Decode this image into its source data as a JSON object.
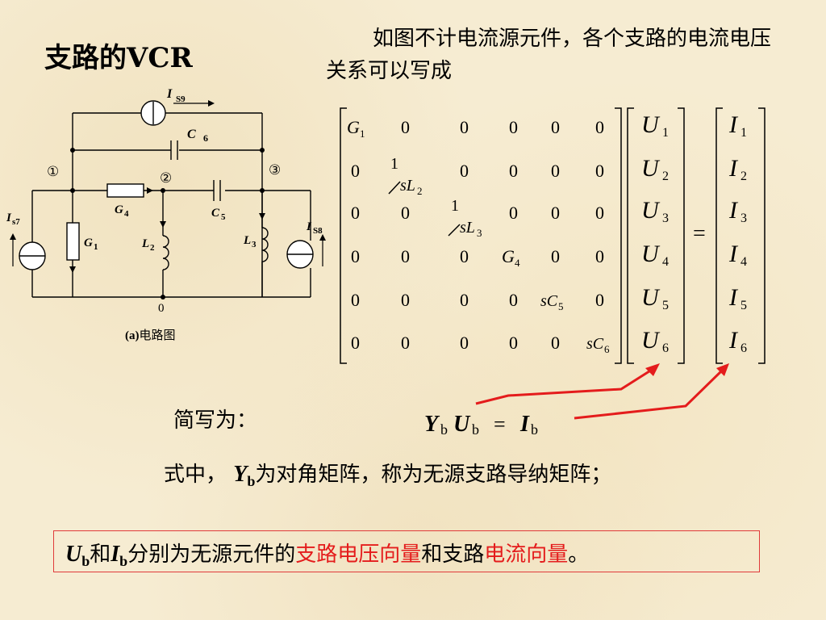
{
  "title": "支路的VCR",
  "intro": "如图不计电流源元件，各个支路的电流电压关系可以写成",
  "circuit": {
    "caption_id": "(a)",
    "caption_text": "电路图",
    "node1": "①",
    "node2": "②",
    "node3": "③",
    "node0": "0",
    "is9": "I",
    "is9_sub": "S9",
    "c6": "C",
    "c6_sub": "6",
    "g4": "G",
    "g4_sub": "4",
    "c5": "C",
    "c5_sub": "5",
    "is7": "I",
    "is7_sub": "s7",
    "is8": "I",
    "is8_sub": "S8",
    "g1": "G",
    "g1_sub": "1",
    "l2": "L",
    "l2_sub": "2",
    "l3": "L",
    "l3_sub": "3"
  },
  "matrix": {
    "zero": "0",
    "g1": "G",
    "g1_sub": "1",
    "sl2_num": "1",
    "sl2_den": "sL",
    "sl2_sub": "2",
    "sl3_num": "1",
    "sl3_den": "sL",
    "sl3_sub": "3",
    "g4": "G",
    "g4_sub": "4",
    "sc5": "sC",
    "sc5_sub": "5",
    "sc6": "sC",
    "sc6_sub": "6",
    "u_vec": [
      {
        "sym": "U",
        "sub": "1"
      },
      {
        "sym": "U",
        "sub": "2"
      },
      {
        "sym": "U",
        "sub": "3"
      },
      {
        "sym": "U",
        "sub": "4"
      },
      {
        "sym": "U",
        "sub": "5"
      },
      {
        "sym": "U",
        "sub": "6"
      }
    ],
    "i_vec": [
      {
        "sym": "I",
        "sub": "1"
      },
      {
        "sym": "I",
        "sub": "2"
      },
      {
        "sym": "I",
        "sub": "3"
      },
      {
        "sym": "I",
        "sub": "4"
      },
      {
        "sym": "I",
        "sub": "5"
      },
      {
        "sym": "I",
        "sub": "6"
      }
    ],
    "equals": "="
  },
  "shorthand_label": "简写为：",
  "shorthand_eq": {
    "Y": "Y",
    "Y_sub": "b",
    "U": "U",
    "U_sub": "b",
    "equals": "=",
    "I": "I",
    "I_sub": "b"
  },
  "where": {
    "prefix": "式中，",
    "sym": "Y",
    "sub": "b",
    "text": "为对角矩阵，称为无源支路导纳矩阵；"
  },
  "note": {
    "u": "U",
    "u_sub": "b",
    "he": "和",
    "i": "I",
    "i_sub": "b",
    "mid": "分别为无源元件的",
    "red1": "支路电压向量",
    "and": "和支路",
    "red2": "电流向量",
    "end": "。"
  },
  "colors": {
    "accent_red": "#e41c1c",
    "background": "#f6ecd2"
  }
}
